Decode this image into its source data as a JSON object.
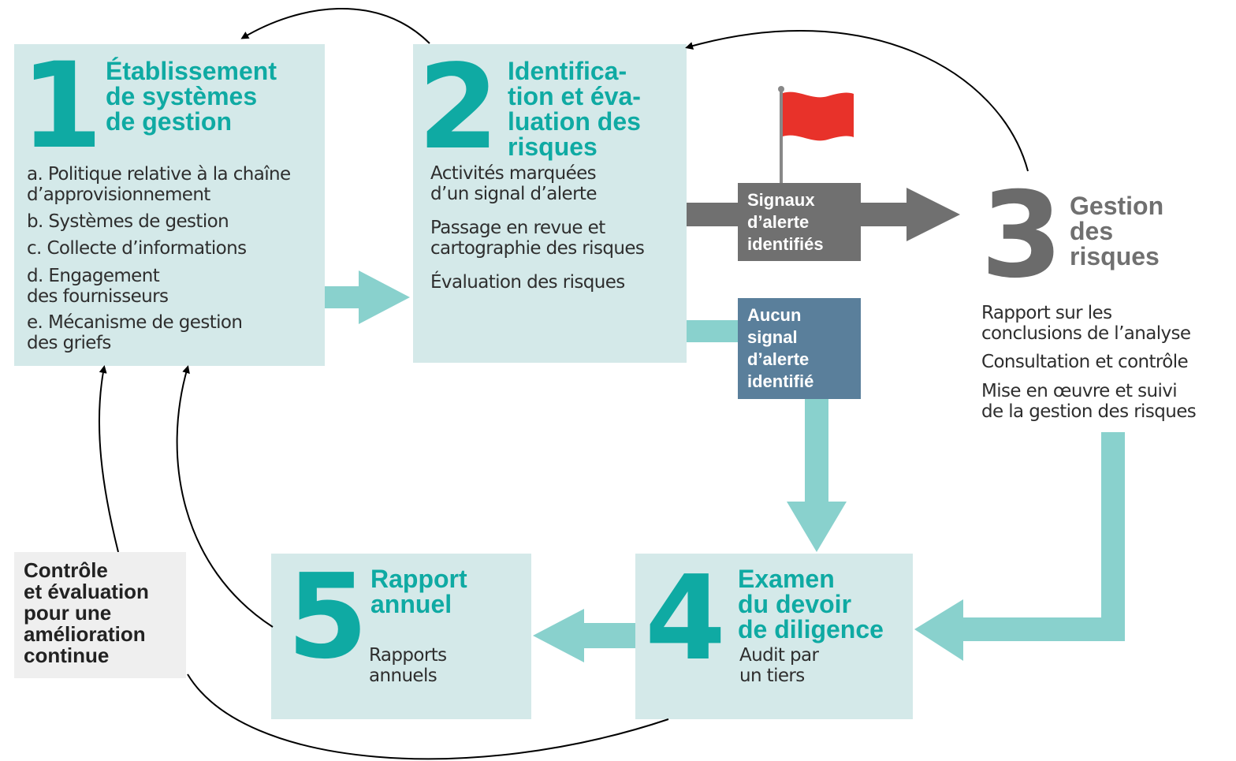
{
  "colors": {
    "teal": "#0faaa3",
    "box_background": "#d4e9e9",
    "arrow_teal": "#89d1cd",
    "arrow_grey": "#707070",
    "signals_box": "#707070",
    "no_signal_box": "#5a7f9b",
    "flag": "#e8322a",
    "control_box": "#efefef"
  },
  "step1": {
    "number": "1",
    "title": "Établissement\nde systèmes\nde gestion",
    "items": [
      "a. Politique relative à la chaîne\n    d’approvisionnement",
      "b. Systèmes de gestion",
      "c. Collecte d’informations",
      "d. Engagement\n    des fournisseurs",
      "e. Mécanisme de gestion\n    des griefs"
    ]
  },
  "step2": {
    "number": "2",
    "title": "Identifica-\ntion et éva-\nluation des\nrisques",
    "items": [
      "Activités marquées\nd’un signal d’alerte",
      "Passage en revue et\ncartographie des risques",
      "Évaluation des risques"
    ]
  },
  "signals": {
    "identified": "Signaux\nd’alerte\nidentifiés",
    "none": "Aucun\nsignal\nd’alerte\nidentifié",
    "flag_icon": "red-flag-icon"
  },
  "step3": {
    "number": "3",
    "title": "Gestion\ndes\nrisques",
    "items": [
      "Rapport sur les\nconclusions de l’analyse",
      "Consultation et contrôle",
      "Mise en œuvre et suivi\nde la gestion des risques"
    ]
  },
  "step4": {
    "number": "4",
    "title": "Examen\ndu devoir\nde diligence",
    "items": [
      "Audit par\nun tiers"
    ]
  },
  "step5": {
    "number": "5",
    "title": "Rapport\nannuel",
    "items": [
      "Rapports\nannuels"
    ]
  },
  "control": {
    "text": "Contrôle\net évaluation\npour une\namélioration\ncontinue"
  }
}
